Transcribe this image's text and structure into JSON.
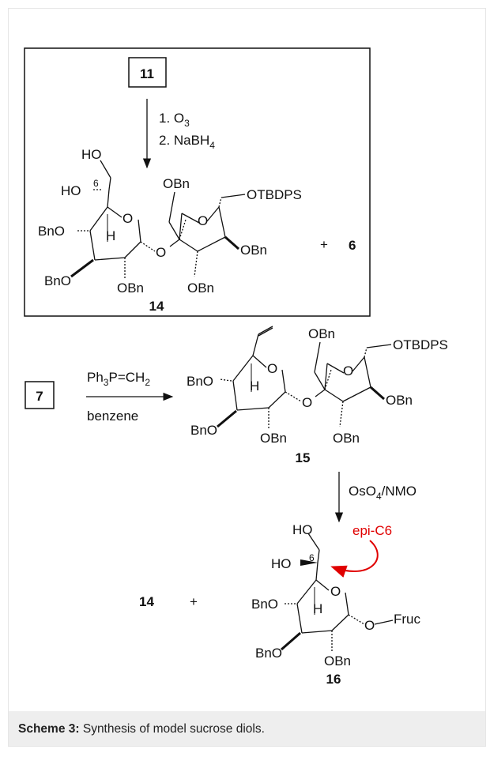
{
  "reaction1": {
    "start_compound": "11",
    "step1_prefix": "1. O",
    "step1_sub": "3",
    "step2_prefix": "2. NaBH",
    "step2_sub": "4",
    "plus": "+",
    "byproduct": "6",
    "product_label": "14"
  },
  "mol14": {
    "ho_top": "HO",
    "ho_c6": "HO",
    "c6_number": "6",
    "bno_left": "BnO",
    "h": "H",
    "o_ring": "O",
    "bno_bottom": "BnO",
    "obn_bottom": "OBn",
    "o_link": "O",
    "obn_ch2": "OBn",
    "o_fur": "O",
    "otbdps": "OTBDPS",
    "obn_right": "OBn",
    "obn_low": "OBn"
  },
  "reaction2": {
    "start_compound": "7",
    "reagent_prefix": "Ph",
    "reagent_sub1": "3",
    "reagent_mid": "P=CH",
    "reagent_sub2": "2",
    "solvent": "benzene",
    "product_label": "15"
  },
  "mol15": {
    "bno_left": "BnO",
    "h": "H",
    "o_ring": "O",
    "bno_bottom": "BnO",
    "obn_bottom": "OBn",
    "o_link": "O",
    "obn_ch2": "OBn",
    "o_fur": "O",
    "otbdps": "OTBDPS",
    "obn_right": "OBn",
    "obn_low": "OBn"
  },
  "reaction3": {
    "reagent_prefix": "OsO",
    "reagent_sub": "4",
    "reagent_suffix": "/NMO",
    "lhs_compound": "14",
    "plus": "+",
    "product_label": "16",
    "annotation": "epi-C6",
    "annotation_color": "#e00000"
  },
  "mol16": {
    "ho_top": "HO",
    "ho_c6": "HO",
    "c6_number": "6",
    "bno_left": "BnO",
    "h": "H",
    "o_ring": "O",
    "o_link": "O",
    "fruc": "Fruc",
    "bno_bottom": "BnO",
    "obn_bottom": "OBn"
  },
  "caption": {
    "label": "Scheme 3:",
    "text": " Synthesis of model sucrose diols."
  }
}
